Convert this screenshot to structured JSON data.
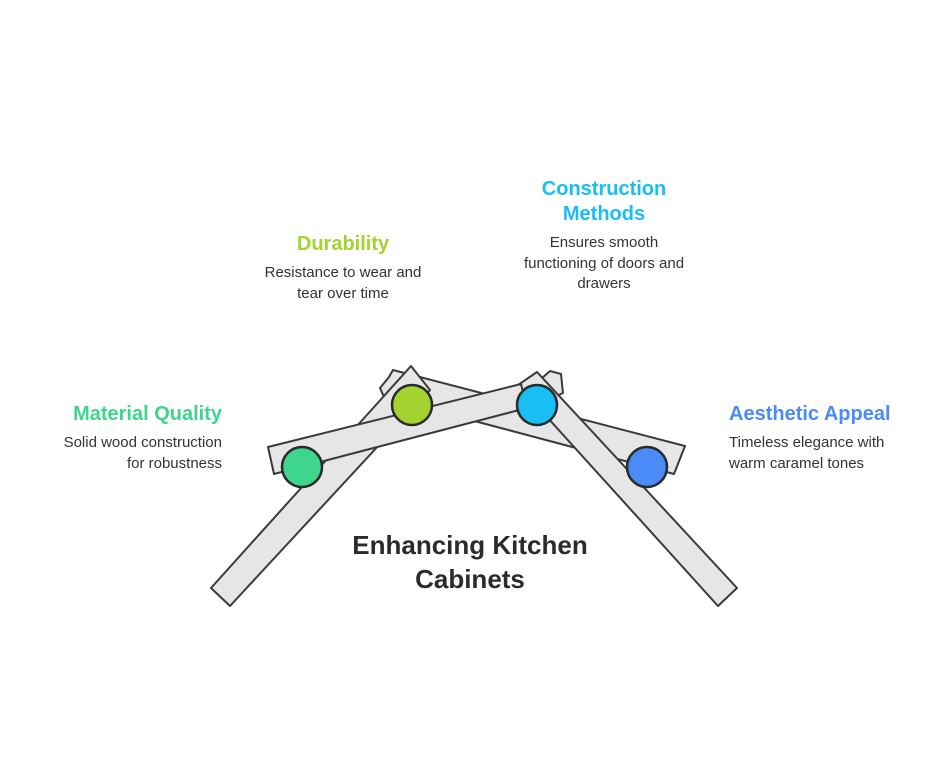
{
  "title": [
    "Enhancing Kitchen",
    "Cabinets"
  ],
  "items": [
    {
      "id": "material-quality",
      "title": "Material Quality",
      "description": [
        "Solid wood construction",
        "for robustness"
      ],
      "color": "#3dd68c"
    },
    {
      "id": "durability",
      "title": "Durability",
      "description": [
        "Resistance to wear and",
        "tear over time"
      ],
      "color": "#a2d32e"
    },
    {
      "id": "construction-methods",
      "title": [
        "Construction",
        "Methods"
      ],
      "description": [
        "Ensures smooth",
        "functioning of doors and",
        "drawers"
      ],
      "color": "#17bff5"
    },
    {
      "id": "aesthetic-appeal",
      "title": "Aesthetic Appeal",
      "description": [
        "Timeless elegance with",
        "warm caramel tones"
      ],
      "color": "#4a8bf7"
    }
  ],
  "colors": {
    "beam_fill": "#e6e6e6",
    "beam_stroke": "#3a3a3a",
    "node_stroke": "#2a2a2a"
  }
}
